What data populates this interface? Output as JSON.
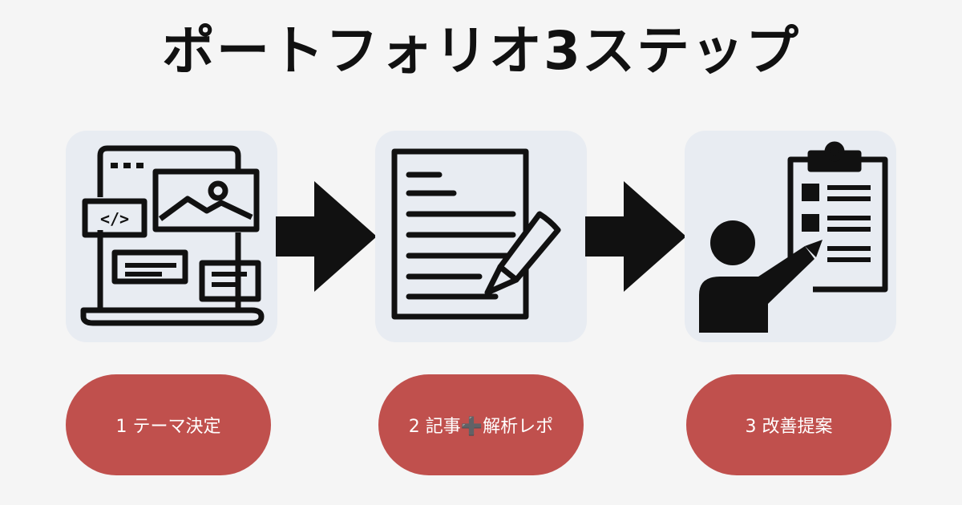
{
  "title": "ポートフォリオ3ステップ",
  "colors": {
    "background": "#f5f5f5",
    "card": "#e8ecf2",
    "pill": "#c0504d",
    "ink": "#111111",
    "pill_text": "#ffffff"
  },
  "steps": [
    {
      "label": "1 テーマ決定",
      "icon": "web-design-icon"
    },
    {
      "label": "2 記事➕解析レポ",
      "icon": "document-pen-icon"
    },
    {
      "label": "3 改善提案",
      "icon": "presenter-clipboard-icon"
    }
  ],
  "arrows": [
    "arrow-right-icon",
    "arrow-right-icon"
  ]
}
